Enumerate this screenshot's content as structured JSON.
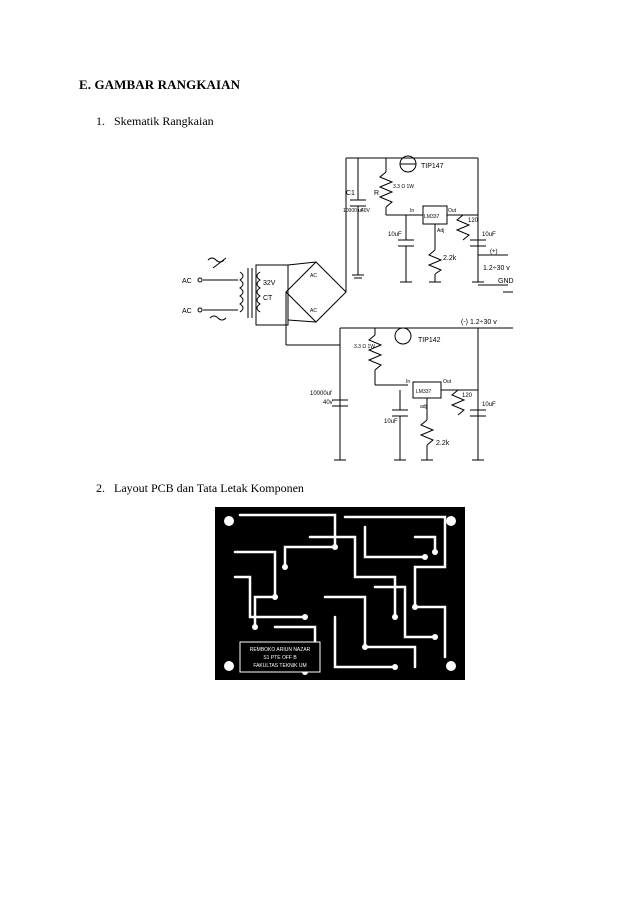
{
  "section": {
    "heading": "E.  GAMBAR RANGKAIAN"
  },
  "items": [
    {
      "number": "1.",
      "label": "Skematik Rangkaian"
    },
    {
      "number": "2.",
      "label": "Layout PCB dan Tata Letak Komponen"
    }
  ],
  "schematic": {
    "labels": {
      "ac1": "AC",
      "ac2": "AC",
      "v32": "32V",
      "ct": "CT",
      "bridge_ac_top": "AC",
      "bridge_ac_bottom": "AC",
      "c1": "C1",
      "c1_value": "10000 uf",
      "c1_voltage": "40V",
      "r1": "R",
      "r1_value": "3.3 Ω 1W",
      "tip147": "TIP147",
      "lm337_top": "LM337",
      "in_top": "In",
      "out_top": "Out",
      "adj_top": "Adj",
      "r120_top": "120",
      "c10uf_top_left": "10uF",
      "c10uf_top_right": "10uF",
      "pot_top": "2.2k",
      "pos_label": "(+)",
      "pos_range": "1.2÷30 v",
      "gnd": "GND",
      "neg_range": "(-) 1.2÷30 v",
      "tip142": "TIP142",
      "r2_value": "3.3 Ω 1W",
      "lm337_bottom": "LM337",
      "in_bottom": "In",
      "out_bottom": "Out",
      "adj_bottom": "adj",
      "r120_bottom": "120",
      "c2_value": "10000uf",
      "c2_voltage": "40v",
      "c10uf_bottom_left": "10uF",
      "c10uf_bottom_right": "10uF",
      "pot_bottom": "2.2k"
    }
  },
  "pcb": {
    "silkscreen": [
      "REMBOKO ARIUN NAZAR",
      "S1 PTE OFF B",
      "FAKULTAS TEKNIK UM"
    ]
  },
  "colors": {
    "text": "#000000",
    "pcb_copper": "#000000",
    "background": "#ffffff"
  }
}
